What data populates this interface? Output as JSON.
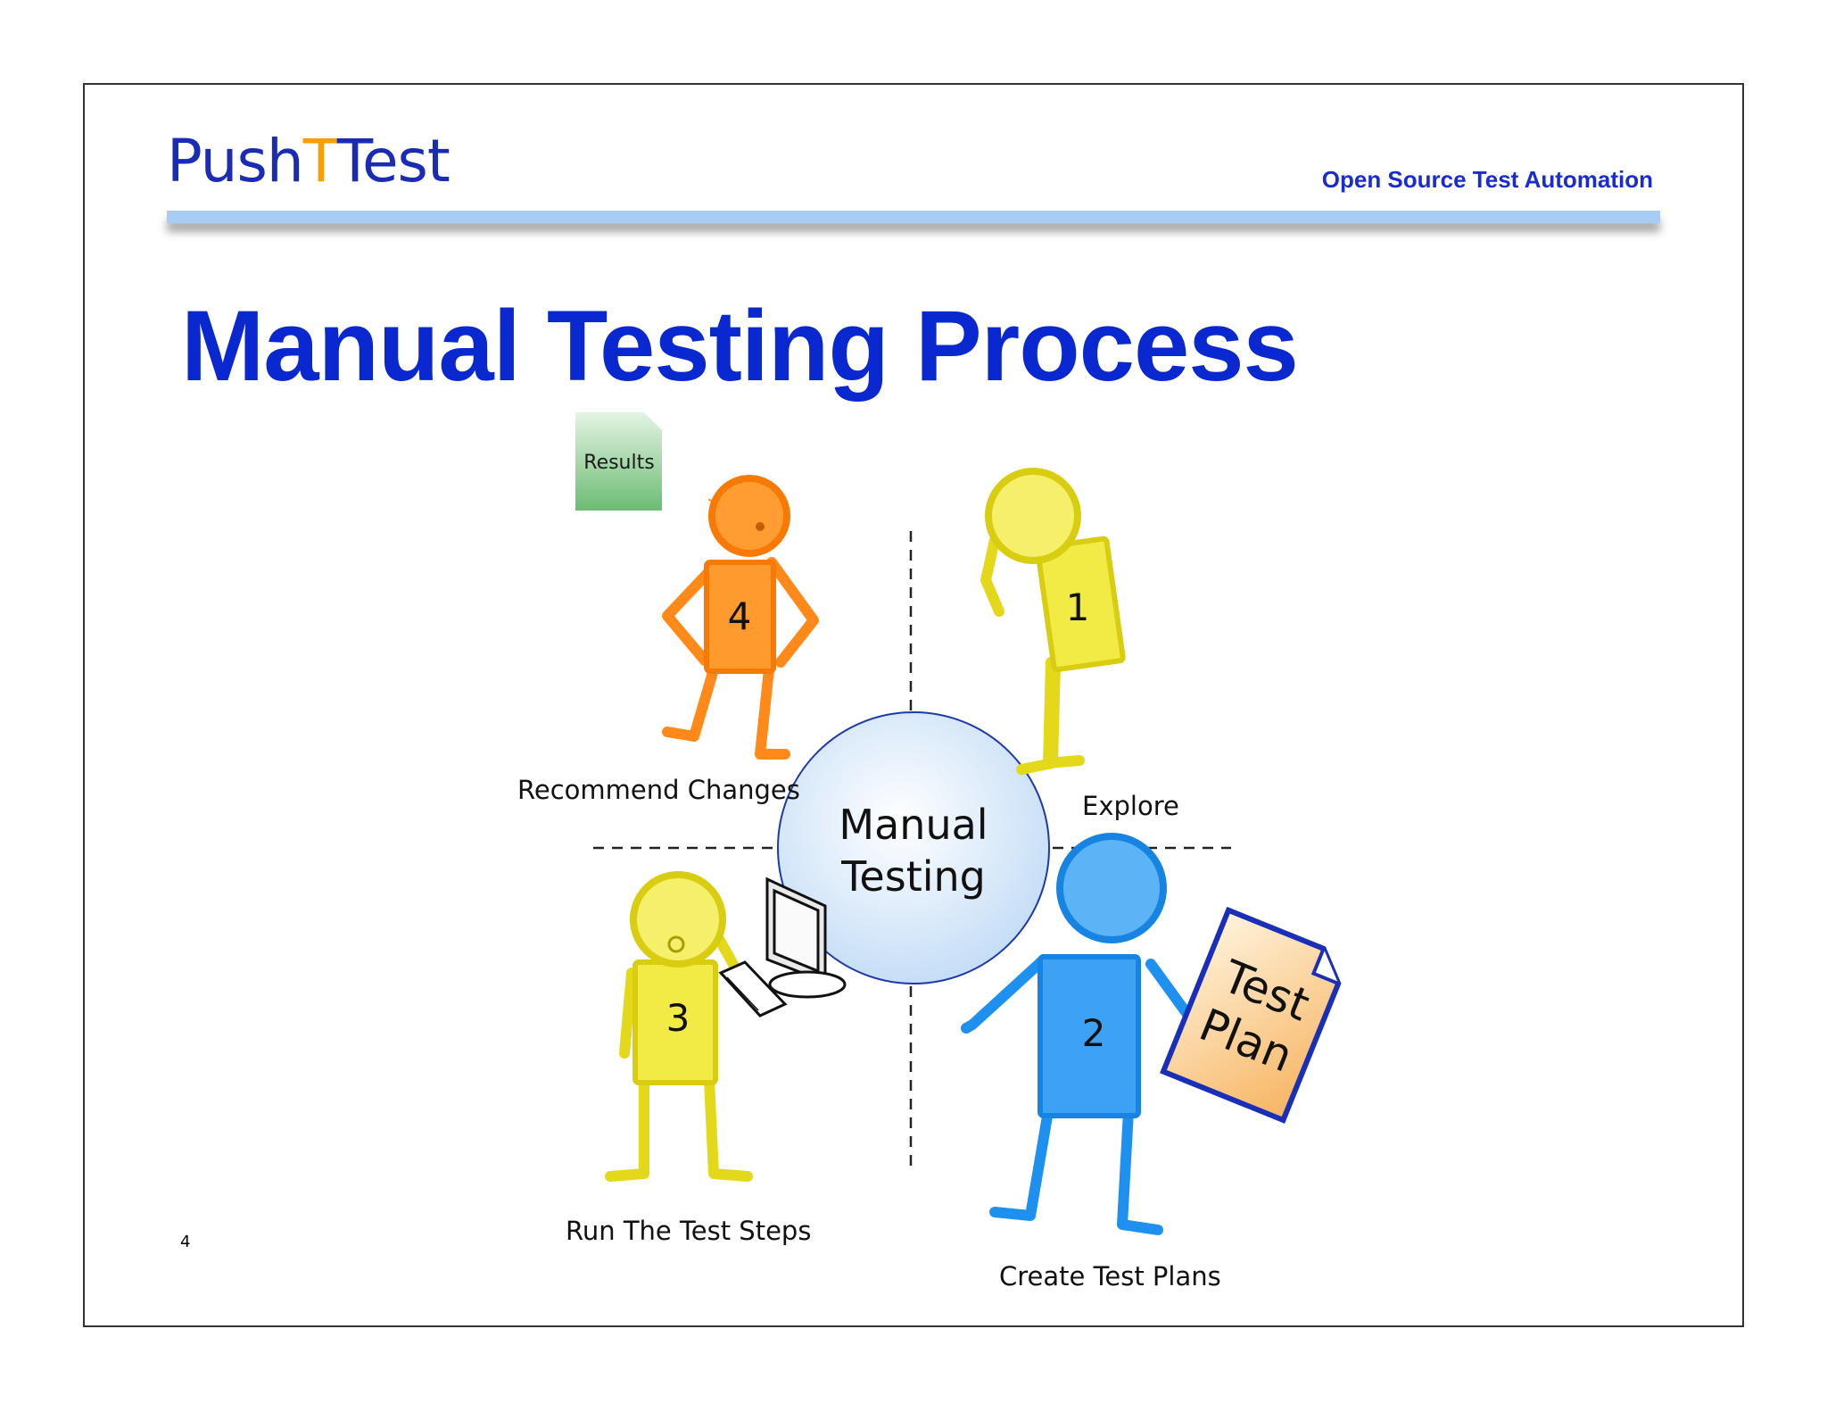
{
  "header": {
    "logo_left": "Push",
    "logo_mid": "T",
    "logo_right": "Test",
    "tagline": "Open Source Test Automation"
  },
  "slide": {
    "title": "Manual Testing Process",
    "page_number": "4"
  },
  "diagram": {
    "center_line1": "Manual",
    "center_line2": "Testing",
    "steps": [
      {
        "number": "1",
        "label": "Explore",
        "color": "#e6e01c"
      },
      {
        "number": "2",
        "label": "Create Test Plans",
        "color": "#1e90f0"
      },
      {
        "number": "3",
        "label": "Run The Test Steps",
        "color": "#e6e01c"
      },
      {
        "number": "4",
        "label": "Recommend Changes",
        "color": "#ff8a1a"
      }
    ],
    "results_doc": "Results",
    "test_plan_line1": "Test",
    "test_plan_line2": "Plan"
  }
}
